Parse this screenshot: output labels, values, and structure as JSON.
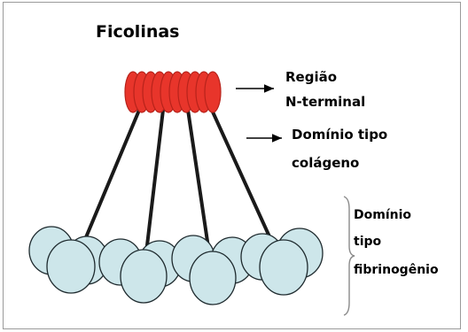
{
  "title": "Ficolinas",
  "labels": {
    "n_terminal_line1": "Região",
    "n_terminal_line2": "N-terminal",
    "collagen_line1": "Domínio tipo",
    "collagen_line2": "colágeno",
    "fibrinogen_line1": "Domínio",
    "fibrinogen_line2": "tipo",
    "fibrinogen_line3": "fibrinogênio"
  },
  "colors": {
    "n_terminal_fill": "#e8352b",
    "n_terminal_stroke": "#b8231b",
    "globule_fill": "#cde6ea",
    "globule_stroke": "#1e2a2e",
    "stalk": "#1a1a1a",
    "arrow": "#000000",
    "bracket": "#8a8a8a"
  }
}
